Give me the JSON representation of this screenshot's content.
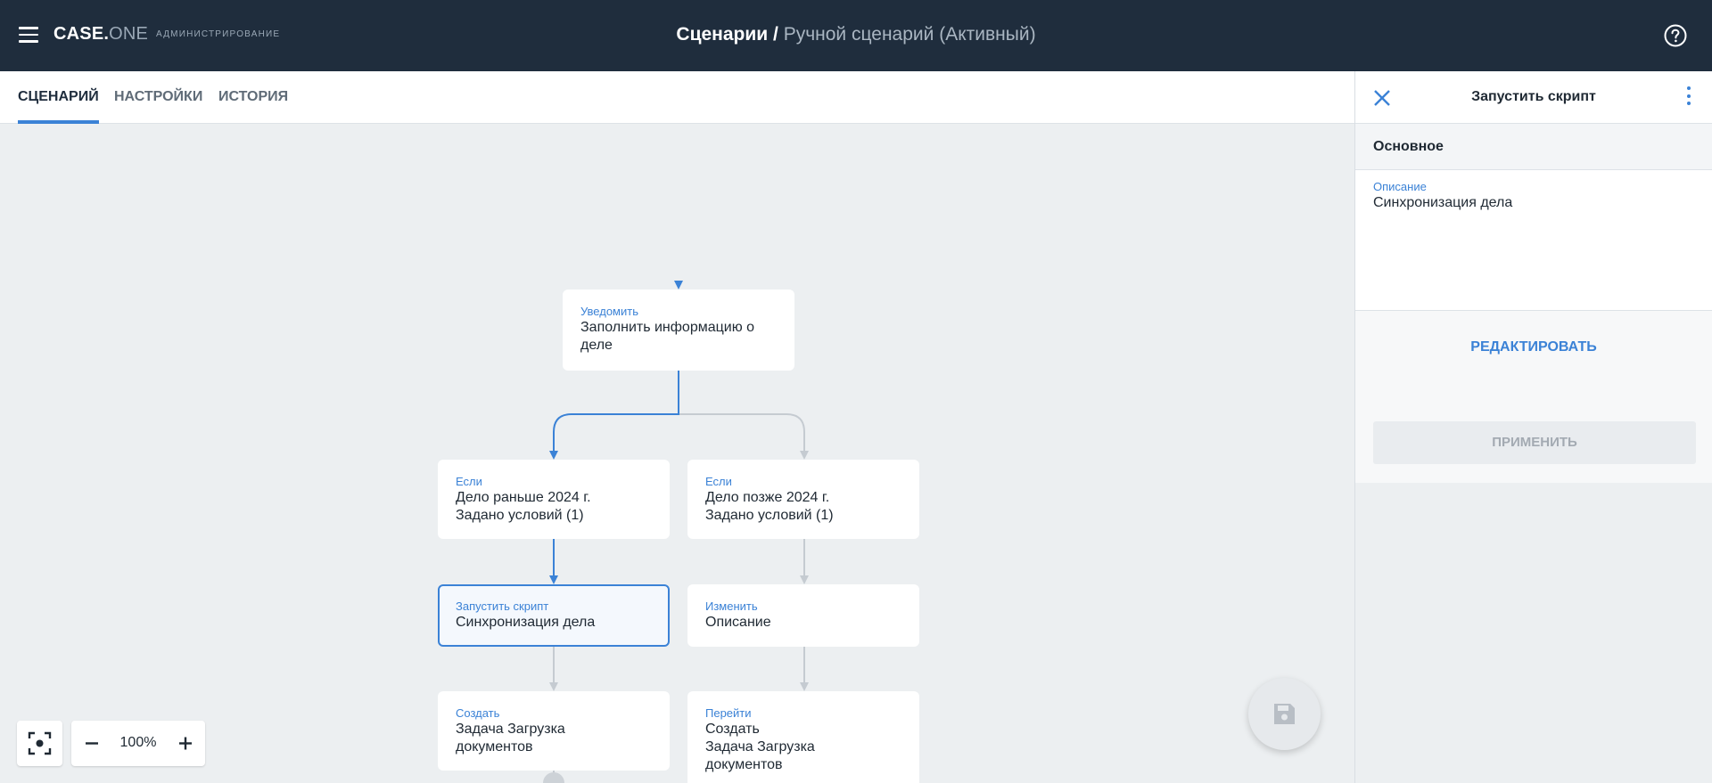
{
  "header": {
    "brand_main": "CASE.",
    "brand_suffix": "ONE",
    "section": "Администрирование",
    "breadcrumb_root": "Сценарии",
    "breadcrumb_separator": " / ",
    "breadcrumb_current": "Ручной сценарий (Активный)",
    "icons": {
      "menu": "menu-icon",
      "help": "help-circle-icon"
    }
  },
  "tabs": [
    {
      "label": "Сценарий",
      "active": true
    },
    {
      "label": "Настройки",
      "active": false
    },
    {
      "label": "История",
      "active": false
    }
  ],
  "flow": {
    "nodes": [
      {
        "id": "notify",
        "type": "Уведомить",
        "text": "Заполнить информацию о деле",
        "selected": false
      },
      {
        "id": "if-before",
        "type": "Если",
        "text_lines": [
          "Дело раньше 2024 г.",
          "Задано условий (1)"
        ],
        "selected": false
      },
      {
        "id": "if-after",
        "type": "Если",
        "text_lines": [
          "Дело позже 2024 г.",
          "Задано условий (1)"
        ],
        "selected": false
      },
      {
        "id": "run-script",
        "type": "Запустить скрипт",
        "text": "Синхронизация дела",
        "selected": true
      },
      {
        "id": "change",
        "type": "Изменить",
        "text": "Описание",
        "selected": false
      },
      {
        "id": "create",
        "type": "Создать",
        "text": "Задача Загрузка документов",
        "selected": false
      },
      {
        "id": "goto",
        "type": "Перейти",
        "text_lines": [
          "Создать",
          "Задача Загрузка документов"
        ],
        "selected": false
      }
    ],
    "colors": {
      "active_edge": "#3b82d6",
      "inactive_edge": "#c5cbd1",
      "selected_border": "#3b82d6"
    }
  },
  "zoom": {
    "value": "100%",
    "icons": {
      "fit": "fit-screen-icon",
      "minus": "minus-icon",
      "plus": "plus-icon"
    }
  },
  "save_fab": {
    "icon": "save-icon"
  },
  "panel": {
    "title": "Запустить скрипт",
    "section_title": "Основное",
    "field_label": "Описание",
    "field_value": "Синхронизация дела",
    "edit_label": "Редактировать",
    "apply_label": "Применить",
    "icons": {
      "close": "close-icon",
      "more": "more-vertical-icon"
    }
  }
}
